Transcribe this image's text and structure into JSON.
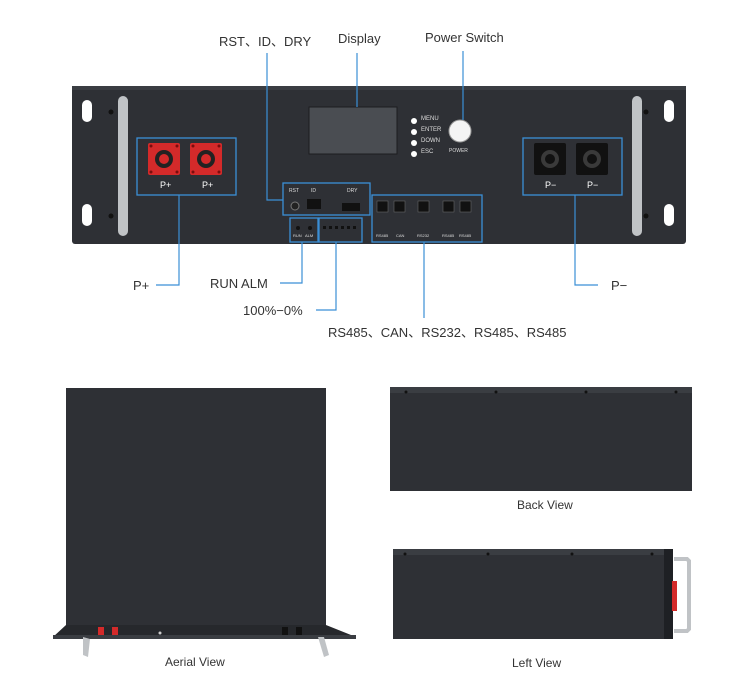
{
  "front_panel": {
    "callouts": {
      "rst_id_dry": "RST、ID、DRY",
      "display": "Display",
      "power_switch": "Power Switch",
      "p_plus": "P+",
      "p_minus": "P−",
      "run_alm": "RUN  ALM",
      "soc": "100%−0%",
      "comm_ports": "RS485、CAN、RS232、RS485、RS485"
    },
    "terminals": {
      "positive_labels": [
        "P+",
        "P+"
      ],
      "negative_labels": [
        "P−",
        "P−"
      ]
    },
    "buttons": [
      "MENU",
      "ENTER",
      "DOWN",
      "ESC"
    ],
    "power_label": "POWER",
    "control_labels": {
      "rst": "RST",
      "id": "ID",
      "dry": "DRY"
    },
    "led_labels": {
      "run": "RUN",
      "alm": "ALM"
    },
    "port_labels": [
      "RS485",
      "CAN",
      "RS232",
      "RS485",
      "RS485"
    ]
  },
  "views": {
    "aerial": "Aerial View",
    "back": "Back View",
    "left": "Left View"
  },
  "colors": {
    "panel": "#2e3035",
    "accent_blue": "#3b8fd6",
    "terminal_red": "#d42a2a",
    "handle": "#c0c3c6"
  }
}
